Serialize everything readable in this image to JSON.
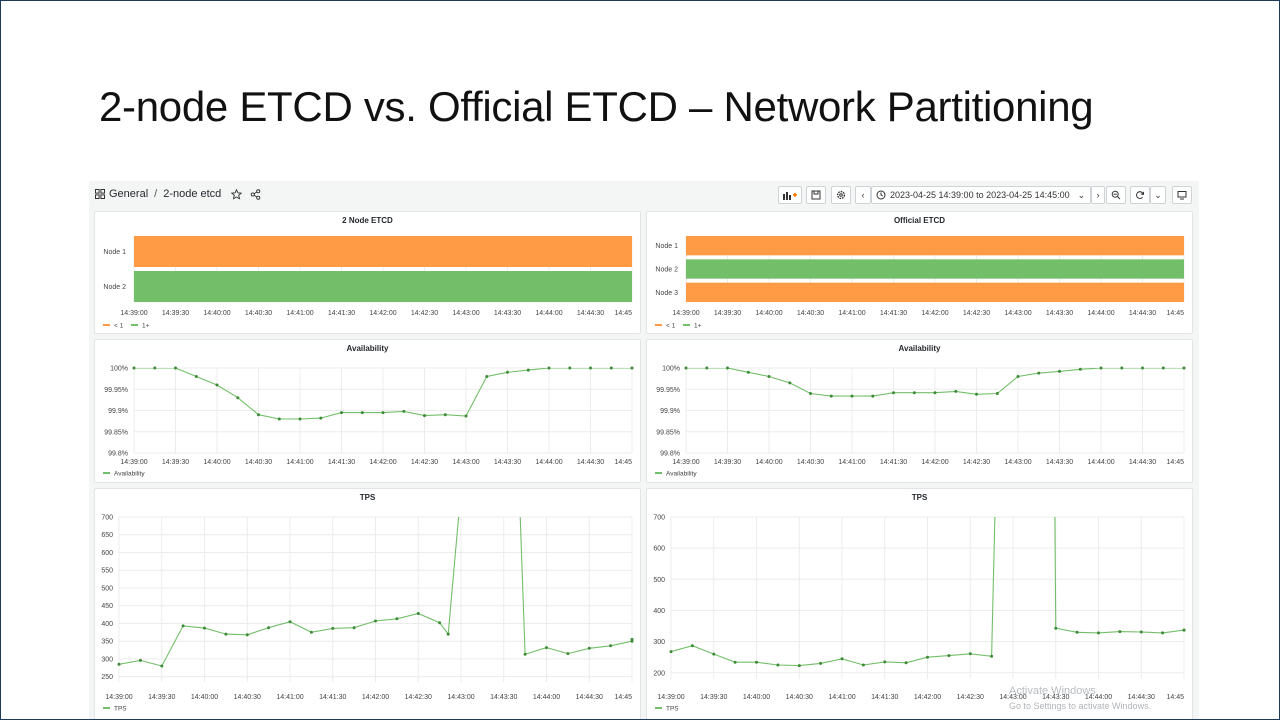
{
  "slide": {
    "title": "2-node ETCD vs. Official ETCD – Network Partitioning"
  },
  "toolbar": {
    "breadcrumb_root": "General",
    "breadcrumb_sep": "/",
    "breadcrumb_page": "2-node etcd",
    "time_range": "2023-04-25 14:39:00 to 2023-04-25 14:45:00"
  },
  "watermark": {
    "line1": "Activate Windows",
    "line2": "Go to Settings to activate Windows."
  },
  "time_ticks": [
    "14:39:00",
    "14:39:30",
    "14:40:00",
    "14:40:30",
    "14:41:00",
    "14:41:30",
    "14:42:00",
    "14:42:30",
    "14:43:00",
    "14:43:30",
    "14:44:00",
    "14:44:30",
    "14:45"
  ],
  "colors": {
    "orange": "#ff9b45",
    "green": "#73bf69",
    "line": "#73bf69"
  },
  "panels": {
    "left_state": {
      "title": "2 Node ETCD",
      "rows": [
        {
          "label": "Node 1",
          "state": "< 1"
        },
        {
          "label": "Node 2",
          "state": "1+"
        }
      ],
      "legend": [
        {
          "label": "< 1",
          "color": "#ff9b45"
        },
        {
          "label": "1+",
          "color": "#73bf69"
        }
      ]
    },
    "right_state": {
      "title": "Official ETCD",
      "rows": [
        {
          "label": "Node 1",
          "state": "< 1"
        },
        {
          "label": "Node 2",
          "state": "1+"
        },
        {
          "label": "Node 3",
          "state": "< 1"
        }
      ],
      "legend": [
        {
          "label": "< 1",
          "color": "#ff9b45"
        },
        {
          "label": "1+",
          "color": "#73bf69"
        }
      ]
    }
  },
  "chart_data": [
    {
      "type": "line",
      "title": "Availability",
      "y_ticks": [
        "100%",
        "99.95%",
        "99.9%",
        "99.85%",
        "99.8%"
      ],
      "ylim": [
        99.8,
        100.0
      ],
      "series": [
        {
          "name": "Availability",
          "x_minutes": [
            0,
            0.25,
            0.5,
            0.75,
            1,
            1.25,
            1.5,
            1.75,
            2,
            2.25,
            2.5,
            2.75,
            3,
            3.25,
            3.5,
            3.75,
            4,
            4.25,
            4.5,
            4.75,
            5,
            5.25,
            5.5,
            5.75,
            6
          ],
          "values": [
            100,
            100,
            100,
            99.98,
            99.96,
            99.93,
            99.89,
            99.88,
            99.88,
            99.882,
            99.895,
            99.895,
            99.895,
            99.898,
            99.888,
            99.89,
            99.887,
            99.98,
            99.99,
            99.995,
            100,
            100,
            100,
            100,
            100
          ]
        }
      ]
    },
    {
      "type": "line",
      "title": "Availability",
      "y_ticks": [
        "100%",
        "99.95%",
        "99.9%",
        "99.85%",
        "99.8%"
      ],
      "ylim": [
        99.8,
        100.0
      ],
      "series": [
        {
          "name": "Availability",
          "x_minutes": [
            0,
            0.25,
            0.5,
            0.75,
            1,
            1.25,
            1.5,
            1.75,
            2,
            2.25,
            2.5,
            2.75,
            3,
            3.25,
            3.5,
            3.75,
            4,
            4.25,
            4.5,
            4.75,
            5,
            5.25,
            5.5,
            5.75,
            6
          ],
          "values": [
            100,
            100,
            100,
            99.99,
            99.98,
            99.965,
            99.94,
            99.934,
            99.934,
            99.934,
            99.942,
            99.942,
            99.942,
            99.945,
            99.938,
            99.94,
            99.98,
            99.988,
            99.992,
            99.997,
            100,
            100,
            100,
            100,
            100
          ]
        }
      ]
    },
    {
      "type": "line",
      "title": "TPS",
      "y_ticks": [
        "700",
        "650",
        "600",
        "550",
        "500",
        "450",
        "400",
        "350",
        "300",
        "250"
      ],
      "ylim": [
        235,
        700
      ],
      "series": [
        {
          "name": "TPS",
          "x_minutes": [
            0,
            0.25,
            0.5,
            0.75,
            1,
            1.25,
            1.5,
            1.75,
            2,
            2.25,
            2.5,
            2.75,
            3,
            3.25,
            3.5,
            3.75,
            3.85,
            4.45,
            4.5,
            4.75,
            5,
            5.25,
            5.5,
            5.75,
            6
          ],
          "values": [
            285,
            296,
            280,
            393,
            387,
            370,
            368,
            388,
            405,
            375,
            386,
            388,
            407,
            413,
            428,
            402,
            370,
            2000,
            2000,
            313,
            332,
            315,
            330,
            337,
            350,
            355
          ]
        }
      ]
    },
    {
      "type": "line",
      "title": "TPS",
      "y_ticks": [
        "700",
        "600",
        "500",
        "400",
        "300",
        "200"
      ],
      "ylim": [
        180,
        700
      ],
      "series": [
        {
          "name": "TPS",
          "x_minutes": [
            0,
            0.25,
            0.5,
            0.75,
            1,
            1.25,
            1.5,
            1.75,
            2,
            2.25,
            2.5,
            2.75,
            3,
            3.25,
            3.5,
            3.75,
            3.9,
            4.45,
            4.5,
            4.75,
            5,
            5.25,
            5.5,
            5.75,
            6
          ],
          "values": [
            268,
            287,
            260,
            234,
            234,
            225,
            223,
            230,
            245,
            225,
            235,
            232,
            250,
            255,
            261,
            253,
            2000,
            2000,
            343,
            330,
            328,
            332,
            331,
            328,
            337,
            337
          ]
        }
      ]
    }
  ]
}
